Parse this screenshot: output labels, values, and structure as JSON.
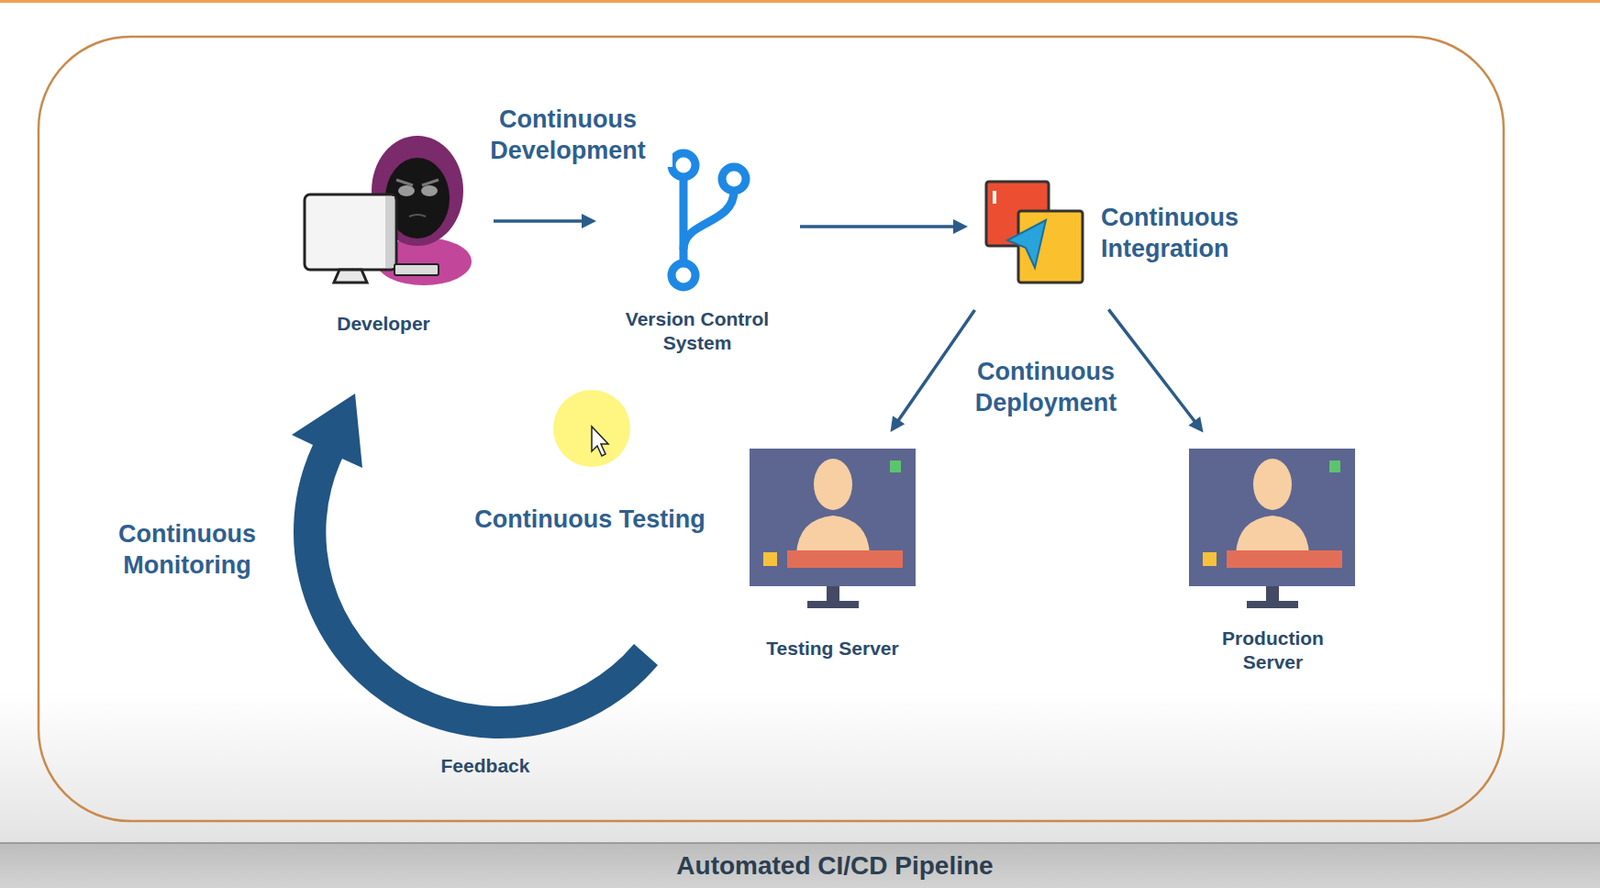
{
  "diagram": {
    "caption": "Automated CI/CD Pipeline",
    "nodes": [
      {
        "text": [
          "Developer"
        ]
      },
      {
        "text": [
          "Version Control System"
        ]
      },
      {
        "text": [
          "Continuous Integration"
        ]
      },
      {
        "text": [
          "Testing Server"
        ]
      },
      {
        "text": [
          "Production Server"
        ]
      }
    ],
    "edges": [
      {
        "from": 0,
        "to": 1,
        "arrow": "to",
        "label": "Continuous Development"
      },
      {
        "from": 1,
        "to": 2,
        "arrow": "to"
      },
      {
        "from": 2,
        "to": 3,
        "arrow": "to"
      },
      {
        "from": 2,
        "to": 4,
        "arrow": "to"
      }
    ],
    "labels": [
      "Continuous Deployment",
      "Continuous Testing",
      "Continuous Monitoring",
      "Feedback"
    ]
  }
}
